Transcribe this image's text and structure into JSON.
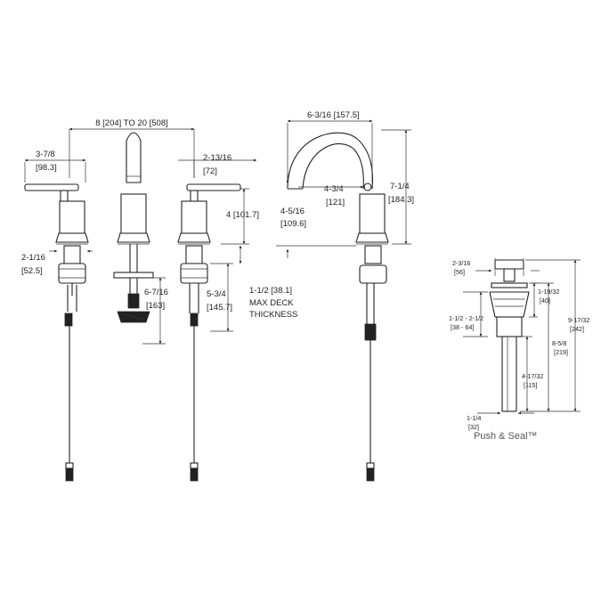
{
  "dimensions": {
    "spread": "8 [204] TO 20 [508]",
    "handle_width": "3-7/8",
    "handle_width_mm": "[98.3]",
    "base_dia": "2-1/16",
    "base_dia_mm": "[52.5]",
    "shank_len": "6-7/16",
    "shank_len_mm": "[163]",
    "handle_offset": "2-13/16",
    "handle_offset_mm": "[72]",
    "handle_height": "4  [101.7]",
    "valve_shank": "5-3/4",
    "valve_shank_mm": "[145.7]",
    "deck_thickness": "1-1/2  [38.1]",
    "deck_note_1": "MAX DECK",
    "deck_note_2": "THICKNESS",
    "spout_reach": "6-3/16  [157.5]",
    "aerator_height": "4-3/4",
    "aerator_height_mm": "[121]",
    "spout_height": "7-1/4",
    "spout_height_mm": "[184.3]",
    "clearance": "4-5/16",
    "clearance_mm": "[109.6]"
  },
  "drain": {
    "cap_dia": "2-3/16",
    "cap_dia_mm": "[56]",
    "flange_h": "1-19/32",
    "flange_h_mm": "[40]",
    "sink_range": "1-1/2  -  2-1/2",
    "sink_range_mm": "[38  -  64]",
    "total_h": "9-17/32",
    "total_h_mm": "[242]",
    "body_h": "8-5/8",
    "body_h_mm": "[219]",
    "tail_h": "4-17/32",
    "tail_h_mm": "[115]",
    "tail_dia": "1-1/4",
    "tail_dia_mm": "[32]",
    "brand": "Push & Seal™"
  }
}
